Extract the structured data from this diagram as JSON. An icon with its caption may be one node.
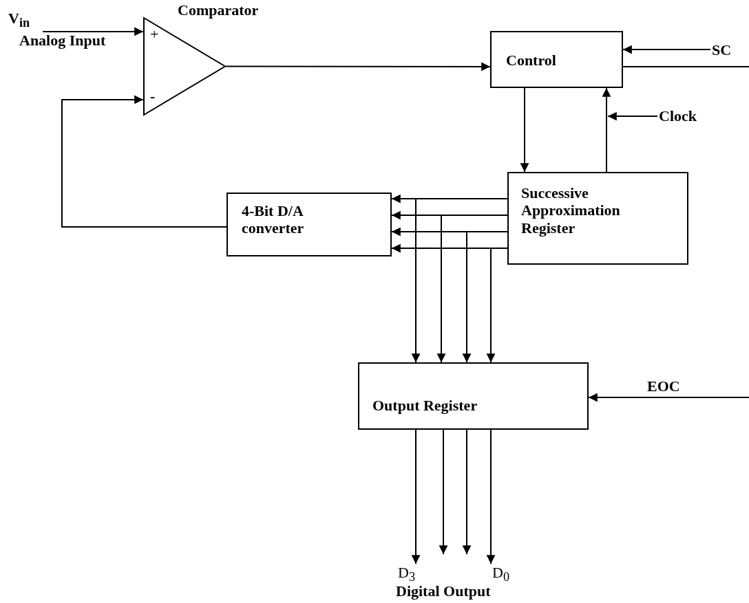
{
  "diagram": {
    "nodes": [
      {
        "text": [
          "Comparator"
        ]
      },
      {
        "text": [
          "V$_{in}$"
        ]
      },
      {
        "text": [
          "Control"
        ]
      },
      {
        "text": [
          "SC"
        ]
      },
      {
        "text": [
          "Clock"
        ]
      },
      {
        "text": [
          "Successive Approximation Register"
        ]
      },
      {
        "text": [
          "4-Bit D/A converter"
        ]
      },
      {
        "text": [
          "Output Register"
        ]
      },
      {
        "text": [
          "D$_{3}$"
        ]
      },
      {
        "text": [
          "D$_{0}$"
        ]
      }
    ],
    "edges": [
      {
        "from": 1,
        "to": 0,
        "arrow": "to"
      },
      {
        "from": 6,
        "to": 0,
        "arrow": "to"
      },
      {
        "from": 0,
        "to": 2,
        "arrow": "to"
      },
      {
        "from": 3,
        "to": 2,
        "arrow": "to"
      },
      {
        "from": 2,
        "to": 5,
        "arrow": "to"
      },
      {
        "from": 5,
        "to": 2,
        "arrow": "to"
      },
      {
        "from": 4,
        "to": null,
        "arrow": "to"
      },
      {
        "from": 2,
        "to": null,
        "arrow": "none"
      },
      {
        "from": null,
        "to": 7,
        "arrow": "to",
        "label": "EOC"
      },
      {
        "from": 5,
        "to": 6,
        "arrow": "to"
      },
      {
        "from": 5,
        "to": 6,
        "arrow": "to"
      },
      {
        "from": 5,
        "to": 6,
        "arrow": "to"
      },
      {
        "from": 5,
        "to": 6,
        "arrow": "to"
      },
      {
        "from": 5,
        "to": 7,
        "arrow": "to"
      },
      {
        "from": 5,
        "to": 7,
        "arrow": "to"
      },
      {
        "from": 5,
        "to": 7,
        "arrow": "to"
      },
      {
        "from": 5,
        "to": 7,
        "arrow": "to"
      },
      {
        "from": 7,
        "to": 8,
        "arrow": "to"
      },
      {
        "from": 7,
        "to": null,
        "arrow": "to"
      },
      {
        "from": 7,
        "to": null,
        "arrow": "to"
      },
      {
        "from": 7,
        "to": 9,
        "arrow": "to"
      }
    ],
    "labels": [
      "Analog Input",
      "+",
      "-",
      "Digital Output"
    ]
  }
}
